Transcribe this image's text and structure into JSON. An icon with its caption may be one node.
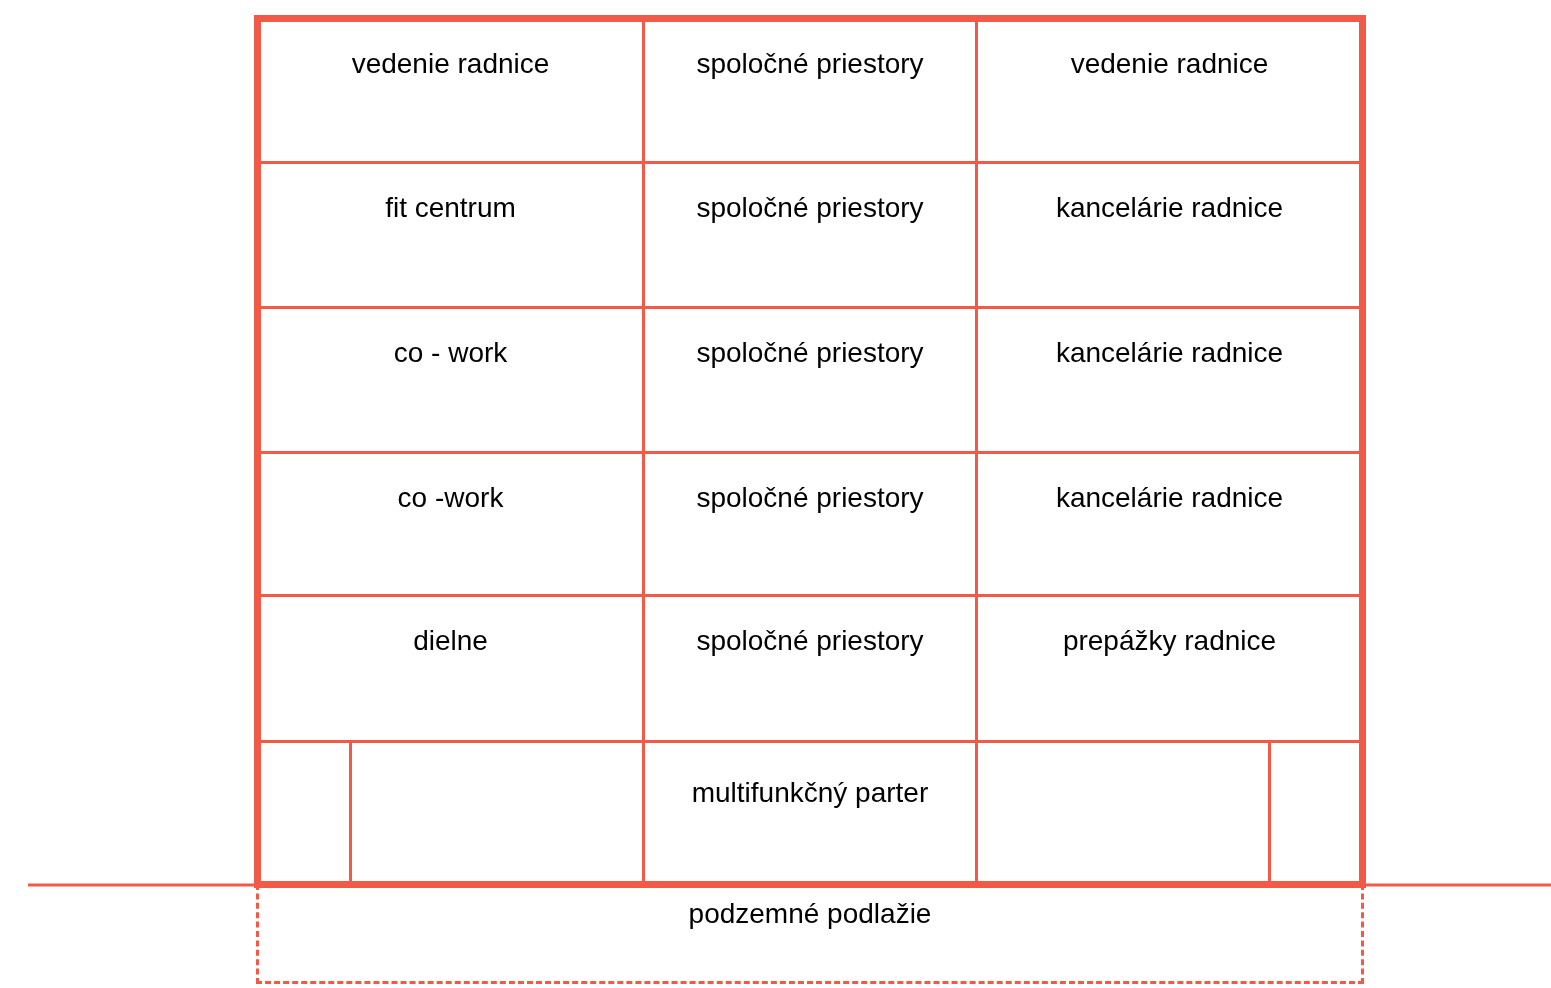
{
  "diagram": {
    "nodes": [
      {
        "text": [
          "vedenie radnice"
        ]
      },
      {
        "text": [
          "spoločné priestory"
        ]
      },
      {
        "text": [
          "vedenie radnice"
        ]
      },
      {
        "text": [
          "fit centrum"
        ]
      },
      {
        "text": [
          "spoločné priestory"
        ]
      },
      {
        "text": [
          "kancelárie radnice"
        ]
      },
      {
        "text": [
          "co - work"
        ]
      },
      {
        "text": [
          "spoločné priestory"
        ]
      },
      {
        "text": [
          "kancelárie radnice"
        ]
      },
      {
        "text": [
          "co -work"
        ]
      },
      {
        "text": [
          "spoločné priestory"
        ]
      },
      {
        "text": [
          "kancelárie radnice"
        ]
      },
      {
        "text": [
          "dielne"
        ]
      },
      {
        "text": [
          "spoločné priestory"
        ]
      },
      {
        "text": [
          "prepážky radnice"
        ]
      },
      {
        "text": [],
        "shape": "box"
      },
      {
        "text": [],
        "shape": "box"
      },
      {
        "text": [
          "multifunkčný parter"
        ]
      },
      {
        "text": [],
        "shape": "box"
      },
      {
        "text": [],
        "shape": "box"
      },
      {
        "text": [
          "podzemné podlažie"
        ]
      }
    ],
    "edges": []
  }
}
